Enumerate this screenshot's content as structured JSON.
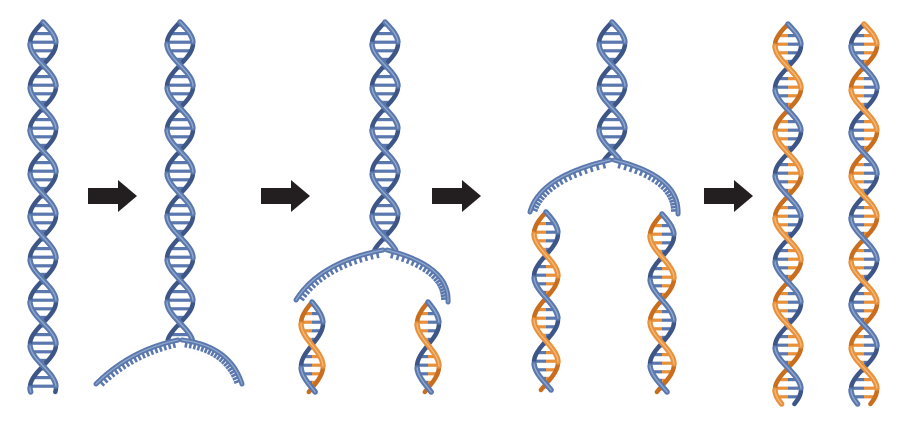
{
  "colors": {
    "parent_strand": "#5a78ad",
    "parent_strand_dark": "#3d5687",
    "parent_strand_light": "#8fa6cc",
    "new_strand": "#e8913a",
    "new_strand_light": "#f2b77a",
    "arrow": "#231f20",
    "background": "#ffffff"
  },
  "stages": [
    {
      "name": "intact-double-helix"
    },
    {
      "name": "helix-unwinding"
    },
    {
      "name": "replication-fork-with-new-strands"
    },
    {
      "name": "elongation-of-new-strands"
    },
    {
      "name": "two-daughter-helices"
    }
  ],
  "arrows": [
    {
      "name": "arrow-1",
      "direction": "right"
    },
    {
      "name": "arrow-2",
      "direction": "right"
    },
    {
      "name": "arrow-3",
      "direction": "right"
    },
    {
      "name": "arrow-4",
      "direction": "right"
    }
  ]
}
